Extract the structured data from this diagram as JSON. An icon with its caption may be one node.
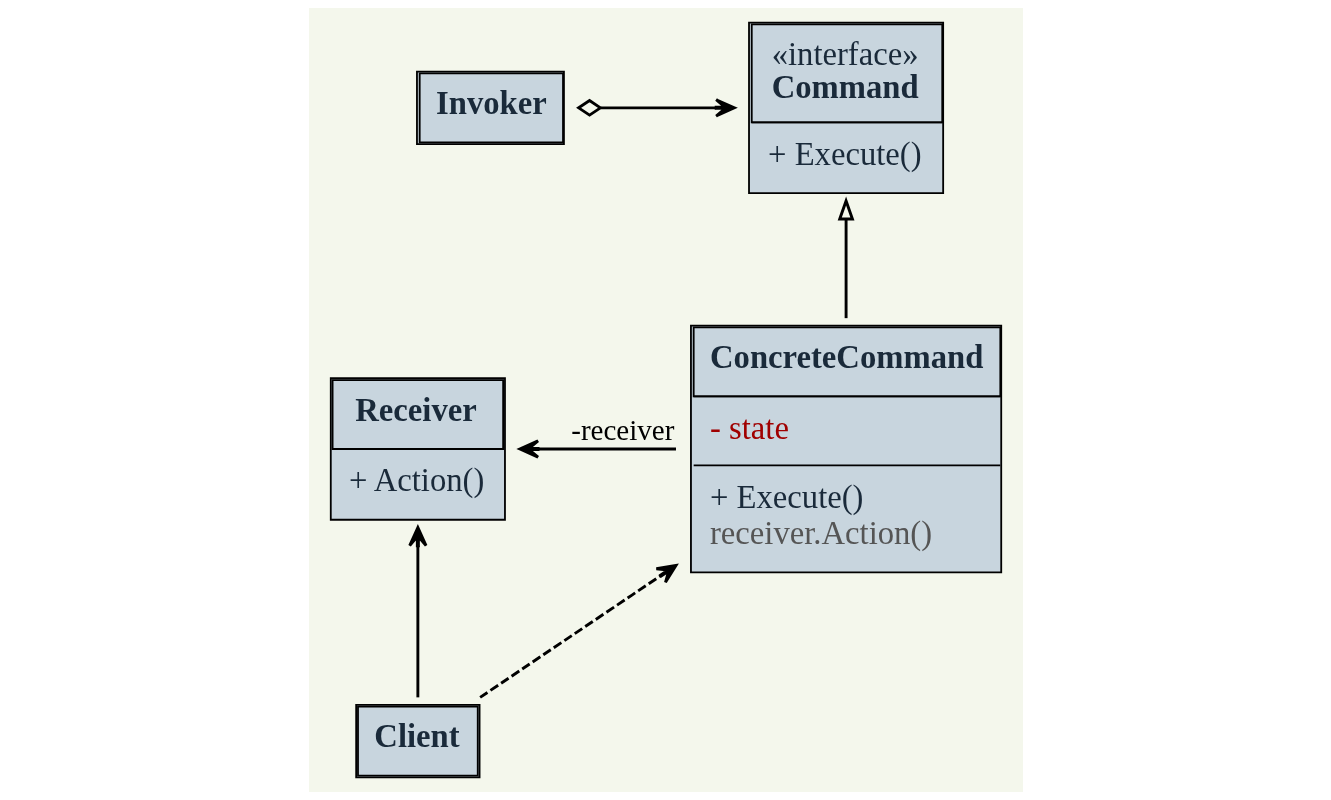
{
  "diagram": {
    "nodes": [
      {
        "text": [
          "Invoker"
        ]
      },
      {
        "text": [
          "«interface»",
          "Command",
          "+ Execute()"
        ]
      },
      {
        "text": [
          "Receiver",
          "+ Action()"
        ]
      },
      {
        "text": [
          "ConcreteCommand",
          "- state",
          "+ Execute()",
          "receiver.Action()"
        ]
      },
      {
        "text": [
          "Client"
        ]
      }
    ],
    "edges": [
      {
        "from": 0,
        "to": 1,
        "arrow": "to"
      },
      {
        "from": 3,
        "to": 1,
        "arrow": "to"
      },
      {
        "from": 3,
        "to": 2,
        "arrow": "to",
        "label": "-receiver"
      },
      {
        "from": 4,
        "to": 2,
        "arrow": "to"
      },
      {
        "from": 4,
        "to": 3,
        "arrow": "to",
        "style": "dashed"
      }
    ]
  }
}
